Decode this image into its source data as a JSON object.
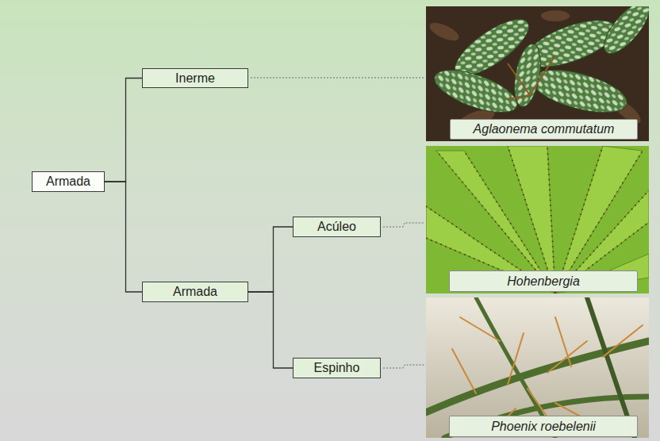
{
  "diagram": {
    "nodes": [
      {
        "text": [
          "Armada"
        ]
      },
      {
        "text": [
          "Inerme"
        ]
      },
      {
        "text": [
          "Armada"
        ]
      },
      {
        "text": [
          "Acúleo"
        ]
      },
      {
        "text": [
          "Espinho"
        ]
      },
      {
        "text": [
          "Aglaonema commutatum"
        ]
      },
      {
        "text": [
          "Hohenbergia"
        ]
      },
      {
        "text": [
          "Phoenix roebelenii"
        ]
      }
    ],
    "edges": [
      {
        "from": 0,
        "to": 1,
        "arrow": "none"
      },
      {
        "from": 0,
        "to": 2,
        "arrow": "none"
      },
      {
        "from": 2,
        "to": 3,
        "arrow": "none"
      },
      {
        "from": 2,
        "to": 4,
        "arrow": "none"
      }
    ]
  }
}
